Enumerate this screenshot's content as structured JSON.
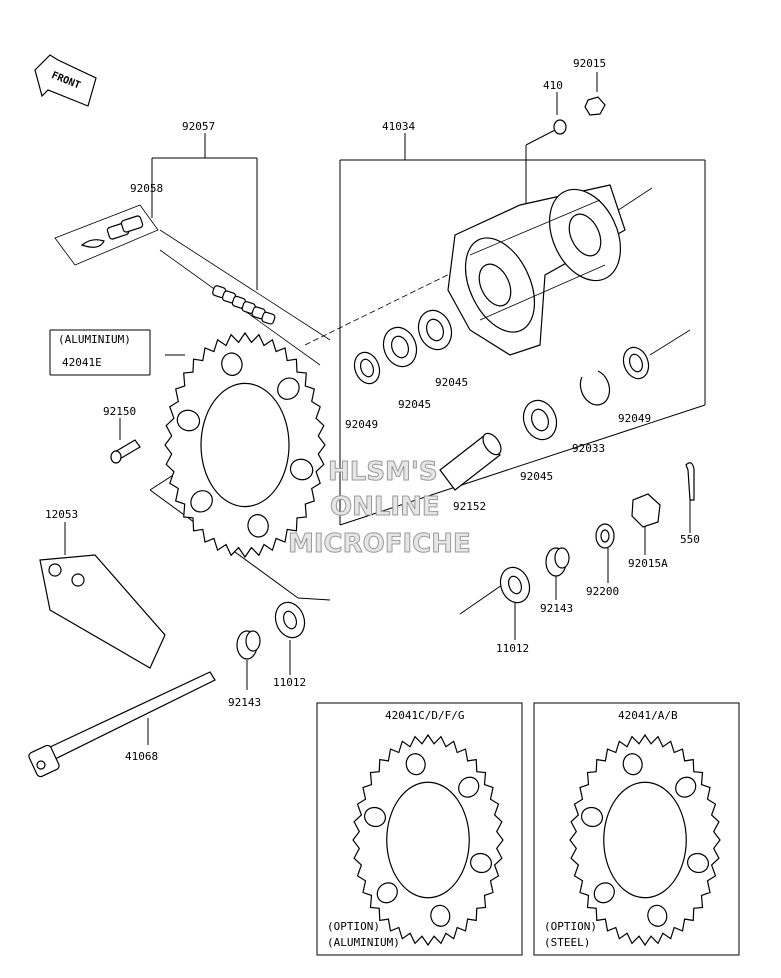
{
  "front_tag": "FRONT",
  "watermark": [
    "HLSM'S",
    "ONLINE",
    "MICROFICHE"
  ],
  "labels": {
    "p92015": "92015",
    "p410": "410",
    "p41034": "41034",
    "p92057": "92057",
    "p92058": "92058",
    "aluminium_box": "(ALUMINIUM)",
    "p42041E": "42041E",
    "p92150": "92150",
    "p92049_left": "92049",
    "p92045_a": "92045",
    "p92045_b": "92045",
    "p92045_c": "92045",
    "p92033": "92033",
    "p92049_right": "92049",
    "p92152": "92152",
    "p550": "550",
    "p92015A": "92015A",
    "p12053": "12053",
    "p92200": "92200",
    "p92143_right": "92143",
    "p11012_right": "11012",
    "p11012_left": "11012",
    "p92143_left": "92143",
    "p41068": "41068"
  },
  "options": {
    "aluminium": {
      "part": "42041C/D/F/G",
      "line1": "(OPTION)",
      "line2": "(ALUMINIUM)"
    },
    "steel": {
      "part": "42041/A/B",
      "line1": "(OPTION)",
      "line2": "(STEEL)"
    }
  }
}
